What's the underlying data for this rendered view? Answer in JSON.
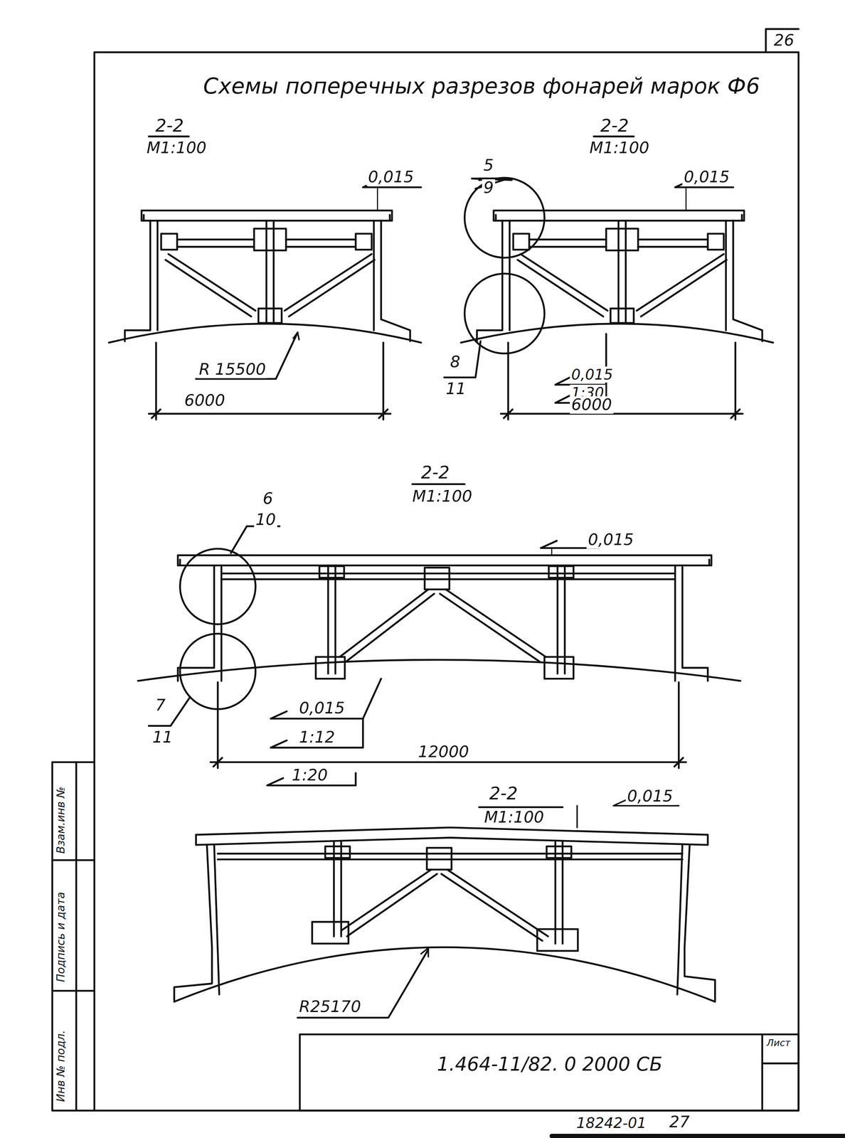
{
  "diagram": {
    "title": "Схемы поперечных разрезов фонарей марок Ф6",
    "labels": [
      "2-2",
      "М1:100",
      "0,015",
      "R 15500",
      "6000",
      "5",
      "9",
      "2-2",
      "М1:100",
      "0,015",
      "8",
      "11",
      "0,015",
      "1:30",
      "6000",
      "6",
      "10",
      "2-2",
      "М1:100",
      "0,015",
      "7",
      "11",
      "0,015",
      "1:12",
      "12000",
      "1:20",
      "2-2",
      "М1:100",
      "0,015",
      "R25170",
      "1.464-11/82. 0 2000 СБ",
      "Лист",
      "18242-01",
      "27",
      "26",
      "Взам.инв №",
      "Подпись и дата",
      "Инв № подл."
    ]
  }
}
